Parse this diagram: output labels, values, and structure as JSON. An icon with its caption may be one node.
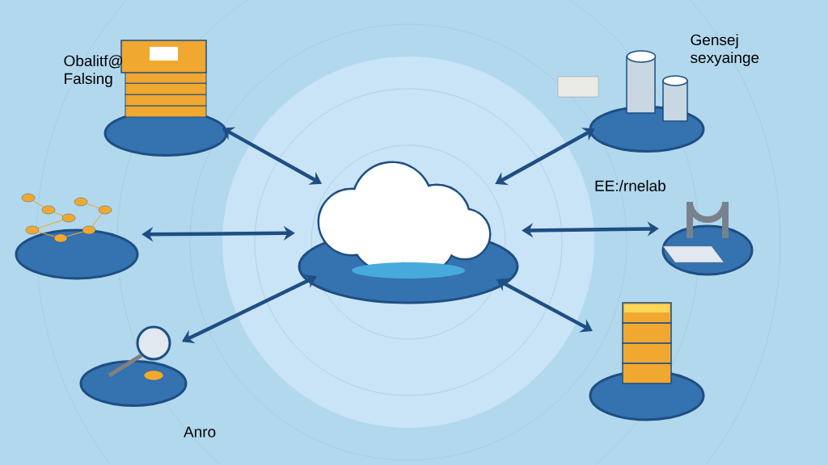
{
  "diagram": {
    "nodes": [
      {
        "text": [],
        "shape": "picture",
        "beside": [
          "Obalitf@ Falsing"
        ]
      },
      {
        "text": [],
        "shape": "picture",
        "beside": [
          "Gensej sexyainge"
        ]
      },
      {
        "text": [],
        "shape": "picture"
      },
      {
        "text": [],
        "shape": "picture"
      },
      {
        "text": [],
        "shape": "picture",
        "beside": [
          "EE:/rnelab"
        ]
      },
      {
        "text": [],
        "shape": "picture",
        "beside": [
          "Anro"
        ]
      },
      {
        "text": [],
        "shape": "picture"
      }
    ],
    "edges": [
      {
        "from": 3,
        "to": 0,
        "arrow": "both"
      },
      {
        "from": 3,
        "to": 1,
        "arrow": "both"
      },
      {
        "from": 3,
        "to": 2,
        "arrow": "both"
      },
      {
        "from": 3,
        "to": 4,
        "arrow": "both"
      },
      {
        "from": 3,
        "to": 5,
        "arrow": "both"
      },
      {
        "from": 3,
        "to": 6,
        "arrow": "both"
      }
    ]
  }
}
